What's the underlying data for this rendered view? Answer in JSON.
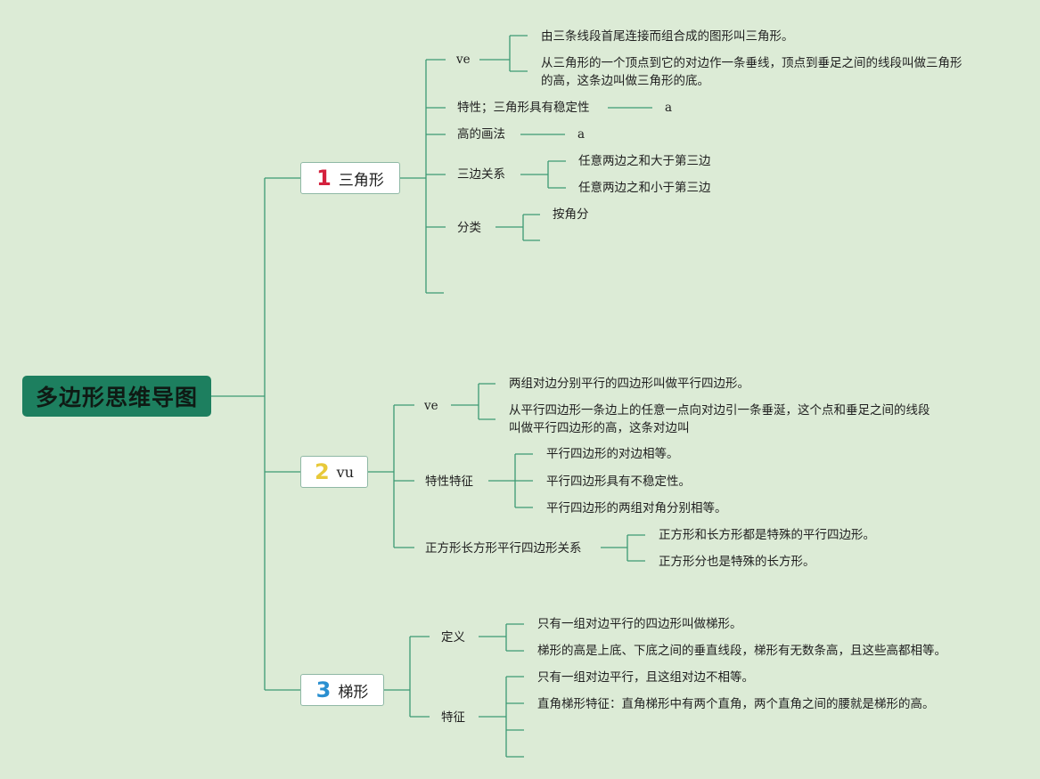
{
  "root": {
    "title": "多边形思维导图"
  },
  "branches": [
    {
      "number": "1",
      "number_color": "#d4213d",
      "title": "三角形",
      "items": {
        "ve": "ve",
        "def1": "由三条线段首尾连接而组合成的图形叫三角形。",
        "def2_line1": "从三角形的一个顶点到它的对边作一条垂线，顶点到垂足之间的线段叫做三角形",
        "def2_line2": "的高，这条边叫做三角形的底。",
        "property": "特性；三角形具有稳定性",
        "property_leaf": "a",
        "height": "高的画法",
        "height_leaf": "a",
        "sides": "三边关系",
        "sides_1": "任意两边之和大于第三边",
        "sides_2": "任意两边之和小于第三边",
        "classify": "分类",
        "classify_1": "按角分"
      }
    },
    {
      "number": "2",
      "number_color": "#e8c93a",
      "title": "vu",
      "items": {
        "ve": "ve",
        "def1": "两组对边分别平行的四边形叫做平行四边形。",
        "def2_line1": "从平行四边形一条边上的任意一点向对边引一条垂涎，这个点和垂足之间的线段",
        "def2_line2": "叫做平行四边形的高，这条对边叫",
        "feature": "特性特征",
        "feature_1": "平行四边形的对边相等。",
        "feature_2": "平行四边形具有不稳定性。",
        "feature_3": "平行四边形的两组对角分别相等。",
        "relation": "正方形长方形平行四边形关系",
        "relation_1": "正方形和长方形都是特殊的平行四边形。",
        "relation_2": "正方形分也是特殊的长方形。"
      }
    },
    {
      "number": "3",
      "number_color": "#2a8fd0",
      "title": "梯形",
      "items": {
        "definition": "定义",
        "definition_1": "只有一组对边平行的四边形叫做梯形。",
        "definition_2": "梯形的高是上底、下底之间的垂直线段，梯形有无数条高，且这些高都相等。",
        "feature": "特征",
        "feature_1": "只有一组对边平行，且这组对边不相等。",
        "feature_2": "直角梯形特征：直角梯形中有两个直角，两个直角之间的腰就是梯形的高。"
      }
    }
  ],
  "colors": {
    "background": "#dcebd6",
    "root": "#1d7f5f",
    "line": "#3c9a73"
  }
}
